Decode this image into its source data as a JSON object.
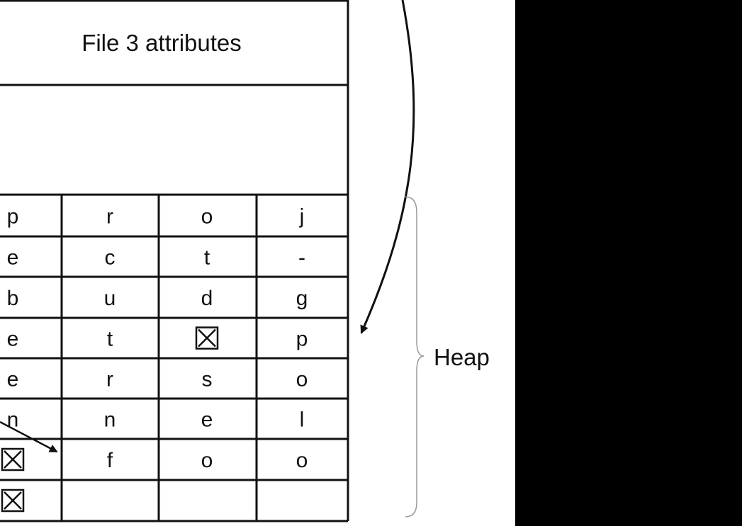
{
  "file_attributes_label": "File 3 attributes",
  "heap_label": "Heap",
  "heap_rows": [
    [
      "p",
      "r",
      "o",
      "j"
    ],
    [
      "e",
      "c",
      "t",
      "-"
    ],
    [
      "b",
      "u",
      "d",
      "g"
    ],
    [
      "e",
      "t",
      "⊠",
      "p"
    ],
    [
      "e",
      "r",
      "s",
      "o"
    ],
    [
      "n",
      "n",
      "e",
      "l"
    ],
    [
      "⊠",
      "f",
      "o",
      "o"
    ],
    [
      "⊠",
      "",
      "",
      ""
    ]
  ],
  "colors": {
    "background": "#000000",
    "diagram_background": "#ffffff",
    "line": "#111111",
    "brace": "#999999"
  }
}
